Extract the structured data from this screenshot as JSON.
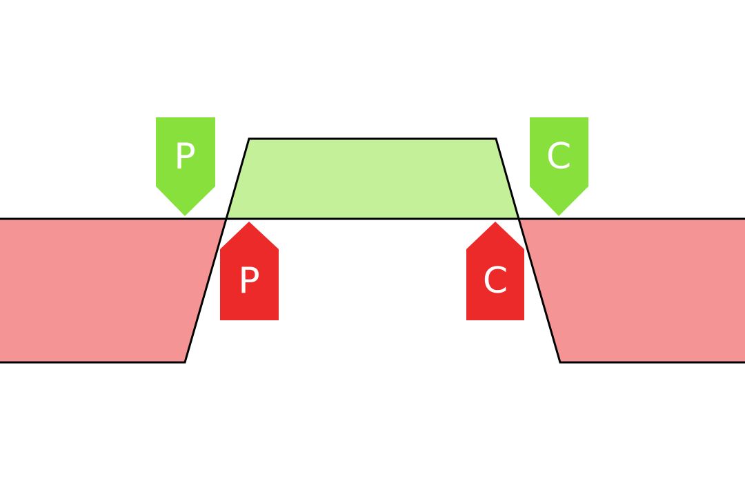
{
  "colors": {
    "background": "#ffffff",
    "green_fill": "#c4f09a",
    "green_marker": "#88e03c",
    "red_fill": "#f59494",
    "red_marker": "#ed2a2a",
    "outline": "#000000",
    "marker_text": "#ffffff"
  },
  "markers": {
    "green_left": {
      "label": "P",
      "direction": "down"
    },
    "green_right": {
      "label": "C",
      "direction": "down"
    },
    "red_left": {
      "label": "P",
      "direction": "up"
    },
    "red_right": {
      "label": "C",
      "direction": "up"
    }
  }
}
